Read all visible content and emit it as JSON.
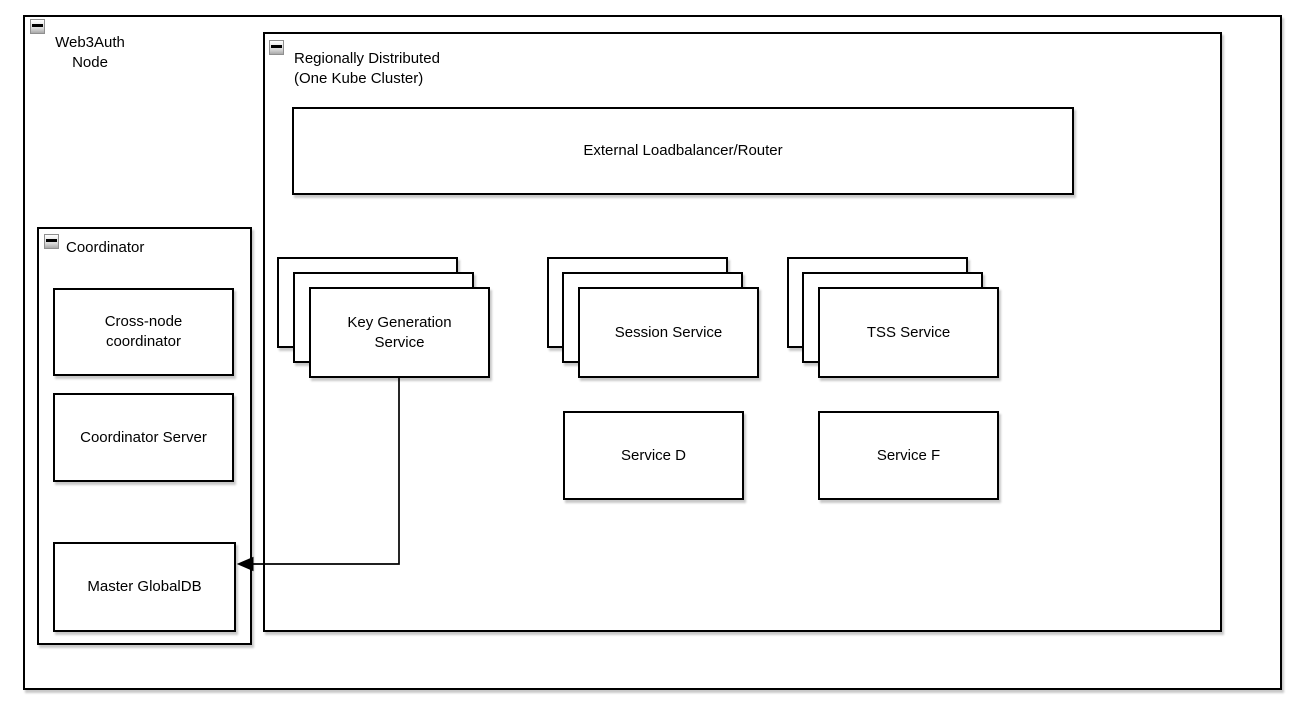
{
  "diagram": {
    "type": "architecture-diagram",
    "containers": {
      "web3auth": {
        "label": "Web3Auth\nNode"
      },
      "regional": {
        "label": "Regionally Distributed\n (One Kube Cluster)"
      },
      "coordinator": {
        "label": "Coordinator"
      }
    },
    "nodes": {
      "elb": {
        "label": "External Loadbalancer/Router"
      },
      "key_generation": {
        "label": "Key Generation\nService",
        "replicas": 3
      },
      "session": {
        "label": "Session Service",
        "replicas": 3
      },
      "tss": {
        "label": "TSS Service",
        "replicas": 3
      },
      "service_d": {
        "label": "Service D"
      },
      "service_f": {
        "label": "Service F"
      },
      "cross_node_coordinator": {
        "label": "Cross-node\ncoordinator"
      },
      "coordinator_server": {
        "label": "Coordinator Server"
      },
      "master_globaldb": {
        "label": "Master GlobalDB"
      }
    },
    "edges": [
      {
        "from": "key_generation",
        "to": "master_globaldb",
        "style": "orthogonal",
        "arrow": "target"
      }
    ],
    "icons": {
      "collapse": "minus"
    },
    "colors": {
      "border": "#000000",
      "fill": "#ffffff",
      "background": "#ffffff",
      "shadow": "rgba(0,0,0,0.22)"
    }
  }
}
